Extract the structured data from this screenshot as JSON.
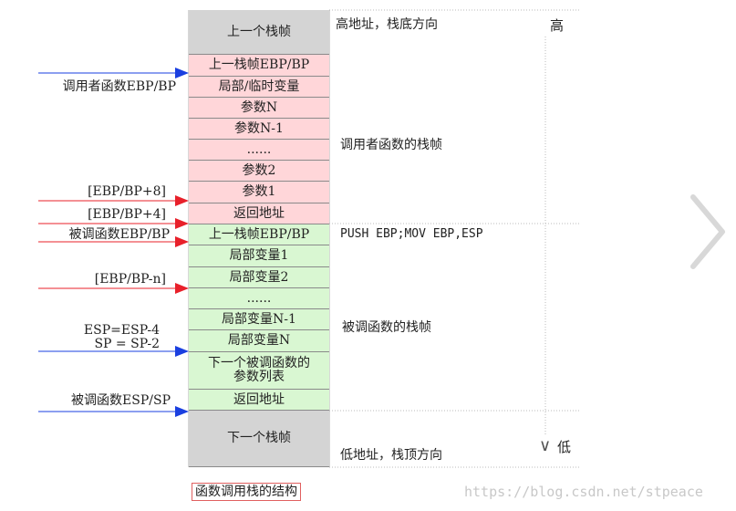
{
  "caption": "函数调用栈的结构",
  "watermark": "https://blog.csdn.net/stpeace",
  "direction": {
    "high": "高",
    "low": "低",
    "arrow": "∨"
  },
  "stack": [
    {
      "label": "上一个栈帧",
      "kind": "gray"
    },
    {
      "label": "上一栈帧EBP/BP",
      "kind": "pink"
    },
    {
      "label": "局部/临时变量",
      "kind": "pink"
    },
    {
      "label": "参数N",
      "kind": "pink"
    },
    {
      "label": "参数N-1",
      "kind": "pink"
    },
    {
      "label": "......",
      "kind": "pink"
    },
    {
      "label": "参数2",
      "kind": "pink"
    },
    {
      "label": "参数1",
      "kind": "pink"
    },
    {
      "label": "返回地址",
      "kind": "pink"
    },
    {
      "label": "上一栈帧EBP/BP",
      "kind": "green"
    },
    {
      "label": "局部变量1",
      "kind": "green"
    },
    {
      "label": "局部变量2",
      "kind": "green"
    },
    {
      "label": "......",
      "kind": "green"
    },
    {
      "label": "局部变量N-1",
      "kind": "green"
    },
    {
      "label": "局部变量N",
      "kind": "green"
    },
    {
      "label": "下一个被调函数的\n参数列表",
      "kind": "green"
    },
    {
      "label": "返回地址",
      "kind": "green"
    },
    {
      "label": "下一个栈帧",
      "kind": "gray"
    }
  ],
  "notes": {
    "high_addr": "高地址，栈底方向",
    "caller_frame": "调用者函数的栈帧",
    "push": "PUSH EBP;MOV EBP,ESP",
    "callee_frame": "被调函数的栈帧",
    "low_addr": "低地址，栈顶方向"
  },
  "pointers": [
    {
      "label": "调用者函数EBP/BP",
      "color": "blue"
    },
    {
      "label": "[EBP/BP+8]",
      "color": "red"
    },
    {
      "label": "[EBP/BP+4]",
      "color": "red"
    },
    {
      "label": "被调函数EBP/BP",
      "color": "red"
    },
    {
      "label": "[EBP/BP-n]",
      "color": "red"
    },
    {
      "label": "ESP=ESP-4\nSP = SP-2",
      "color": "blue"
    },
    {
      "label": "被调函数ESP/SP",
      "color": "blue"
    }
  ],
  "colors": {
    "gray": "#d4d4d4",
    "pink": "#ffd6d9",
    "green": "#d9f7d2",
    "red": "#e8202a",
    "blue": "#1a3fe0"
  }
}
